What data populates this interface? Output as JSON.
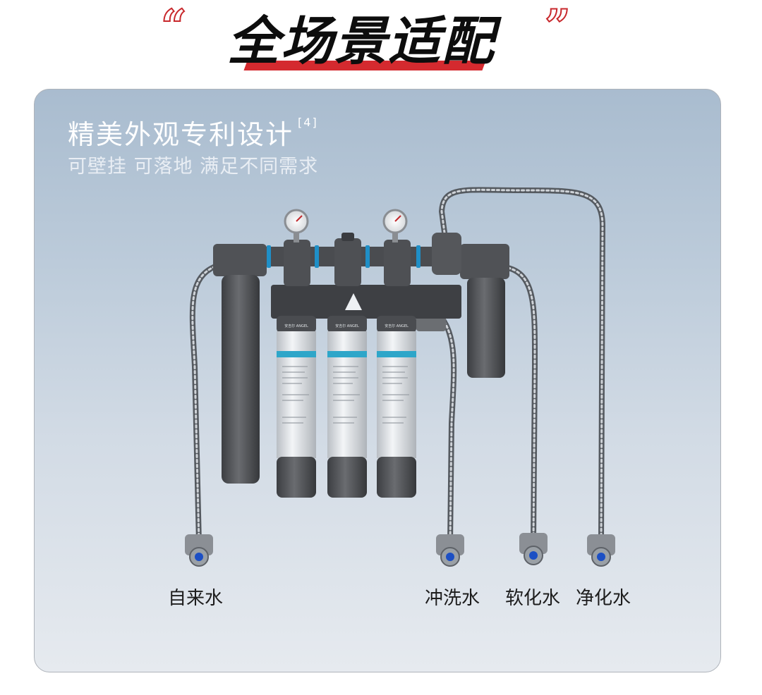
{
  "header": {
    "quote_open": "“",
    "quote_close": "”",
    "title": "全场景适配"
  },
  "panel": {
    "heading": "精美外观专利设计",
    "heading_note": "[4]",
    "subheading": "可壁挂 可落地 满足不同需求"
  },
  "product": {
    "brand_text": "安吉尔 ANGEL"
  },
  "outlets": [
    {
      "label": "自来水"
    },
    {
      "label": "冲洗水"
    },
    {
      "label": "软化水"
    },
    {
      "label": "净化水"
    }
  ],
  "colors": {
    "accent_red": "#d42a2f",
    "housing_gray": "#4a4c50",
    "accent_blue": "#1f8fc7"
  }
}
